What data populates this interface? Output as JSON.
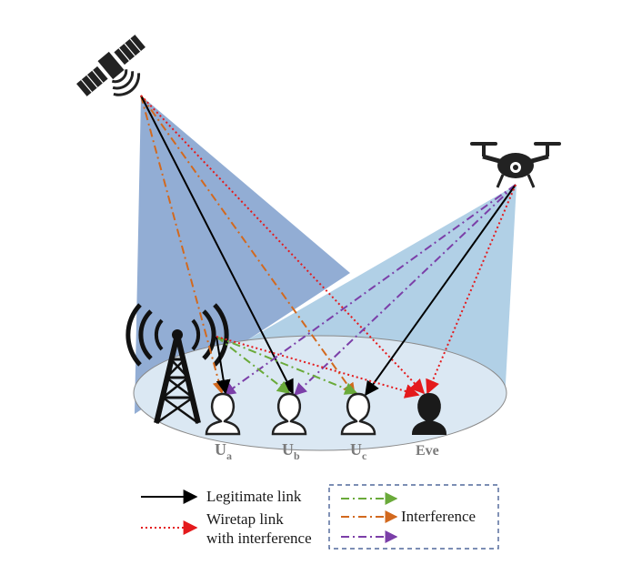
{
  "users": [
    {
      "base": "U",
      "sub": "a"
    },
    {
      "base": "U",
      "sub": "b"
    },
    {
      "base": "U",
      "sub": "c"
    }
  ],
  "eavesdropper": "Eve",
  "legend": {
    "legitimate": "Legitimate link",
    "wiretap_line1": "Wiretap link",
    "wiretap_line2": "with interference",
    "interference": "Interference"
  },
  "colors": {
    "legitimate": "#000000",
    "wiretap": "#e41a1c",
    "interference_terrestrial": "#6aaa3a",
    "interference_satellite": "#d2691e",
    "interference_uav": "#7b3fa8",
    "satellite_beam": "#7f9fcc",
    "uav_beam": "#a9cbe3",
    "coverage_disk": "#dbe8f3"
  },
  "icons": [
    "satellite-icon",
    "drone-icon",
    "cell-tower-icon",
    "user-icon",
    "eavesdropper-icon"
  ]
}
